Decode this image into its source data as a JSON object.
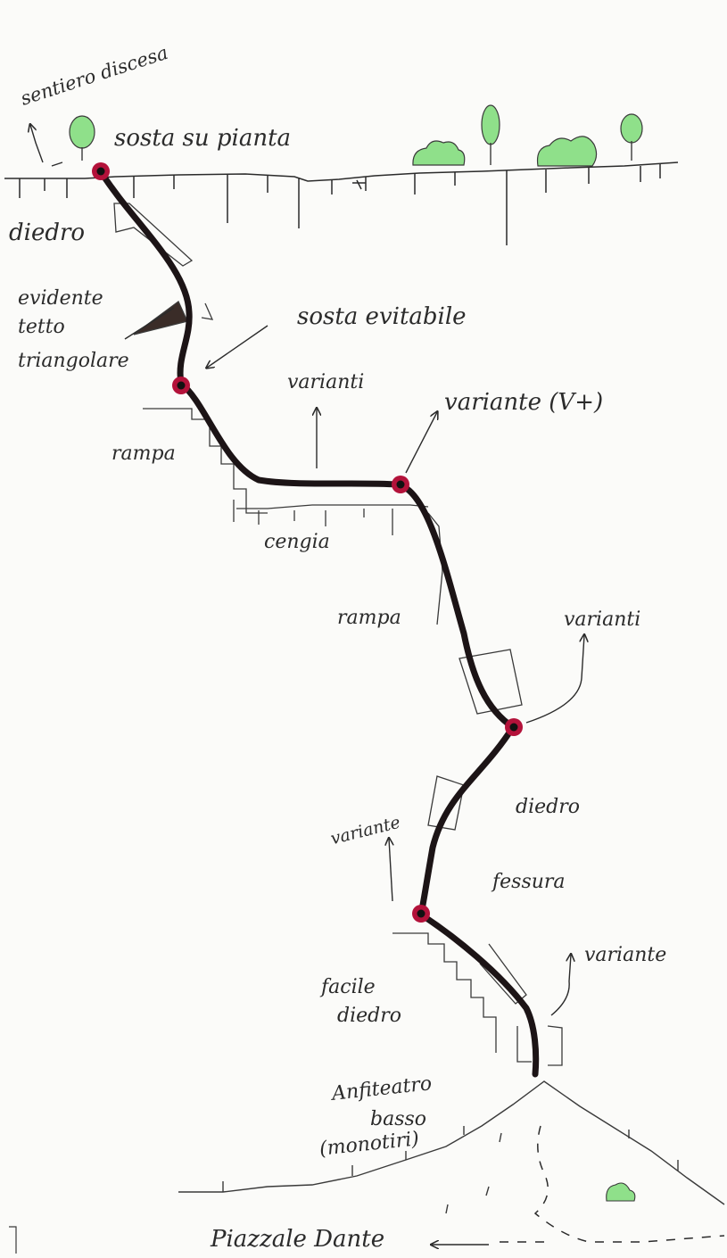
{
  "labels": {
    "sentiero_discesa": "sentiero discesa",
    "sosta_su_pianta": "sosta su pianta",
    "diedro_top": "diedro",
    "evidente": "evidente",
    "tetto": "tetto",
    "triangolare": "triangolare",
    "sosta_evitabile": "sosta evitabile",
    "varianti_1": "varianti",
    "variante_v": "variante (V+)",
    "rampa_1": "rampa",
    "cengia": "cengia",
    "rampa_2": "rampa",
    "varianti_2": "varianti",
    "variante_1": "variante",
    "diedro_mid": "diedro",
    "fessura": "fessura",
    "variante_2": "variante",
    "facile": "facile",
    "diedro_low": "diedro",
    "anfiteatro_1": "Anfiteatro",
    "anfiteatro_2": "basso",
    "anfiteatro_3": "(monotiri)",
    "piazzale": "Piazzale Dante"
  },
  "colors": {
    "ink": "#2b2b2b",
    "route": "#1c1416",
    "belay": "#b3123a",
    "tree": "#8fe08a"
  }
}
